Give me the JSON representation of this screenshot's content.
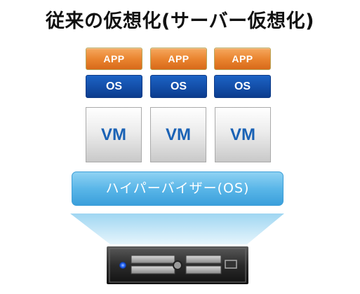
{
  "title": "従来の仮想化(サーバー仮想化)",
  "columns": [
    {
      "app": "APP",
      "os": "OS",
      "vm": "VM"
    },
    {
      "app": "APP",
      "os": "OS",
      "vm": "VM"
    },
    {
      "app": "APP",
      "os": "OS",
      "vm": "VM"
    }
  ],
  "hypervisor": "ハイパーバイザー(OS)",
  "icons": {
    "funnel": "light-blue-trapezoid",
    "server": "rack-server-icon"
  },
  "colors": {
    "app": "#ea8530",
    "os": "#134ea8",
    "vm_text": "#1a62b5",
    "hypervisor": "#5ab6e8",
    "server_led": "#2a6cff"
  }
}
